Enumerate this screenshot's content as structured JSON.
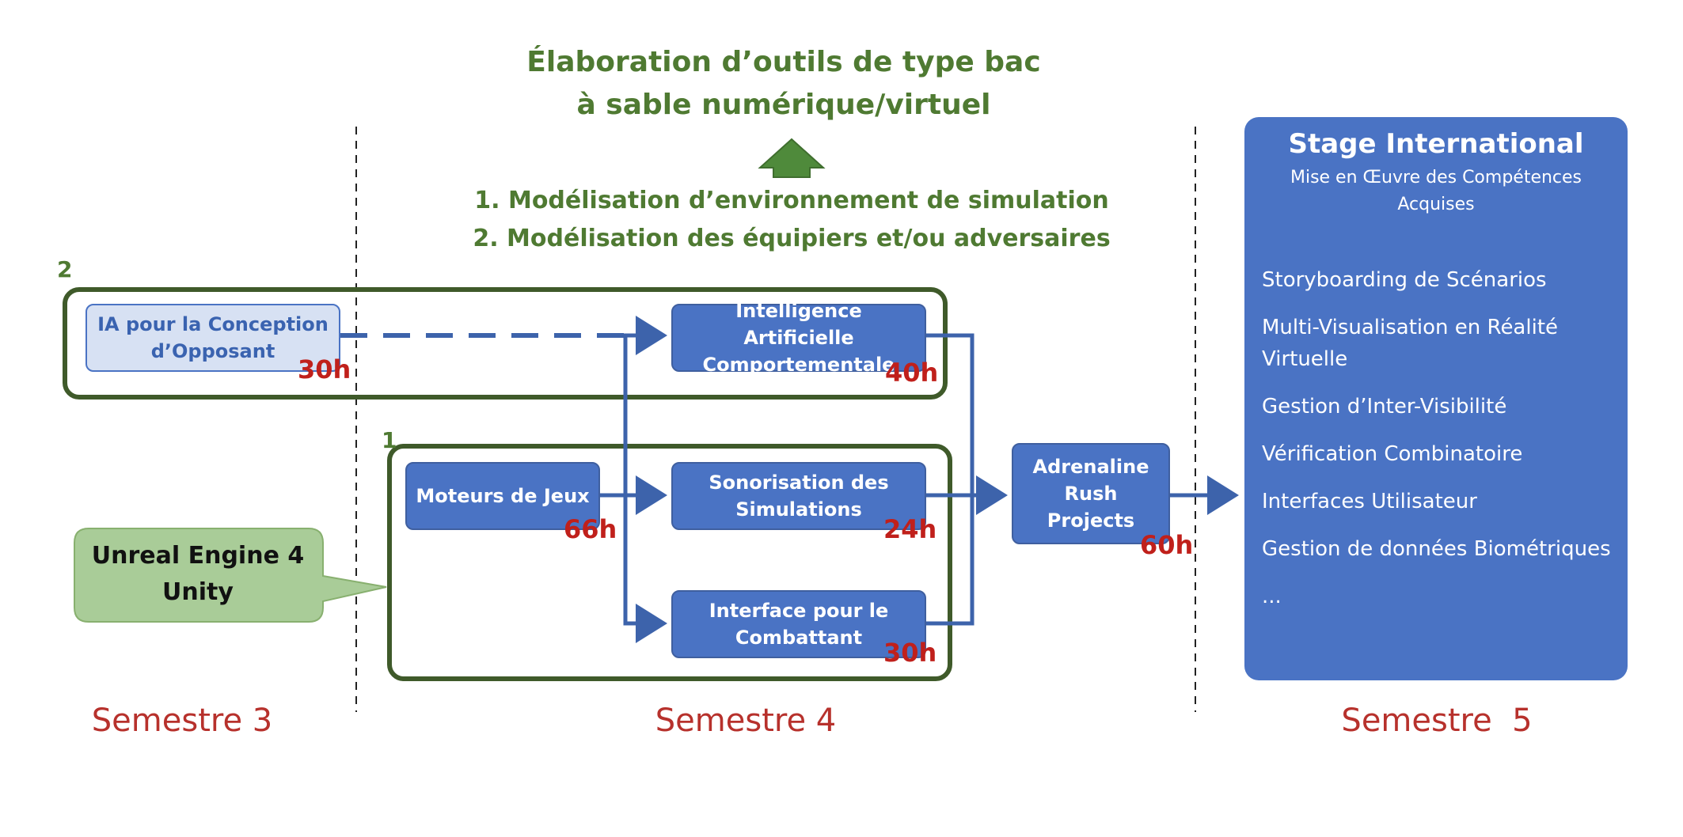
{
  "header": {
    "title_line1": "Élaboration d’outils de type bac",
    "title_line2": "à sable numérique/virtuel",
    "goal1": "1. Modélisation d’environnement de simulation",
    "goal2": "2. Modélisation des équipiers et/ou adversaires"
  },
  "groups": {
    "group2_label": "2",
    "group1_label": "1"
  },
  "modules": {
    "ia_opposant": {
      "label_line1": "IA pour la Conception",
      "label_line2": "d’Opposant",
      "hours": "30h"
    },
    "ia_comportementale": {
      "label_line1": "Intelligence Artificielle",
      "label_line2": "Comportementale",
      "hours": "40h"
    },
    "moteurs_jeux": {
      "label": "Moteurs de Jeux",
      "hours": "66h"
    },
    "sonorisation": {
      "label_line1": "Sonorisation des",
      "label_line2": "Simulations",
      "hours": "24h"
    },
    "interface_combattant": {
      "label_line1": "Interface pour le",
      "label_line2": "Combattant",
      "hours": "30h"
    },
    "adrenaline": {
      "label_line1": "Adrenaline",
      "label_line2": "Rush",
      "label_line3": "Projects",
      "hours": "60h"
    }
  },
  "callout": {
    "line1": "Unreal Engine 4",
    "line2": "Unity"
  },
  "stage": {
    "title": "Stage International",
    "subtitle": "Mise en Œuvre des Compétences Acquises",
    "items": [
      "Storyboarding de Scénarios",
      "Multi-Visualisation en Réalité Virtuelle",
      "Gestion d’Inter-Visibilité",
      "Vérification Combinatoire",
      "Interfaces Utilisateur",
      "Gestion de données Biométriques",
      "..."
    ]
  },
  "semesters": [
    "Semestre 3",
    "Semestre 4",
    "Semestre  5"
  ],
  "colors": {
    "box_blue": "#4a73c4",
    "group_green": "#3f5a2a",
    "title_green": "#4f7a32",
    "hours_red": "#c0201b",
    "semester_red": "#b7312c"
  }
}
